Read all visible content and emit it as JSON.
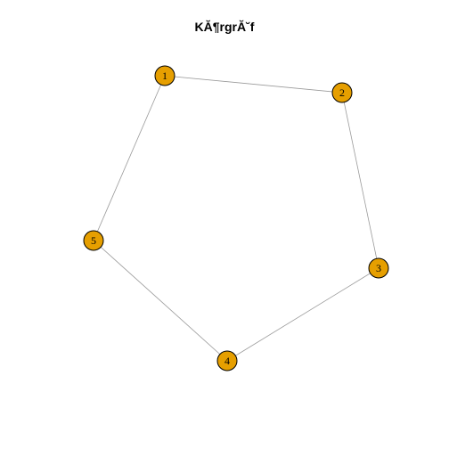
{
  "title": "KĂ¶rgrĂ˘f",
  "node_color": "#E69F00",
  "nodes": [
    {
      "id": "1",
      "label": "1"
    },
    {
      "id": "2",
      "label": "2"
    },
    {
      "id": "3",
      "label": "3"
    },
    {
      "id": "4",
      "label": "4"
    },
    {
      "id": "5",
      "label": "5"
    }
  ],
  "edges": [
    {
      "from": "1",
      "to": "2"
    },
    {
      "from": "2",
      "to": "3"
    },
    {
      "from": "3",
      "to": "4"
    },
    {
      "from": "4",
      "to": "5"
    },
    {
      "from": "5",
      "to": "1"
    }
  ]
}
